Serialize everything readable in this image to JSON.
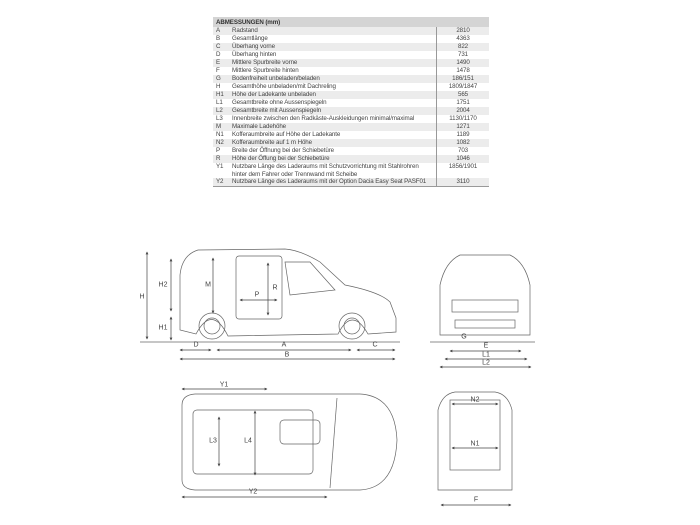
{
  "table": {
    "header": "ABMESSUNGEN (mm)",
    "rows": [
      {
        "code": "A",
        "label": "Radstand",
        "value": "2810"
      },
      {
        "code": "B",
        "label": "Gesamtlänge",
        "value": "4363"
      },
      {
        "code": "C",
        "label": "Überhang vorne",
        "value": "822"
      },
      {
        "code": "D",
        "label": "Überhang hinten",
        "value": "731"
      },
      {
        "code": "E",
        "label": "Mittlere Spurbreite vorne",
        "value": "1490"
      },
      {
        "code": "F",
        "label": "Mittlere Spurbreite hinten",
        "value": "1478"
      },
      {
        "code": "G",
        "label": "Bodenfreiheit unbeladen/beladen",
        "value": "186/151"
      },
      {
        "code": "H",
        "label": "Gesamthöhe unbeladen/mit Dachreling",
        "value": "1809/1847"
      },
      {
        "code": "H1",
        "label": "Höhe der Ladekante unbeladen",
        "value": "565"
      },
      {
        "code": "L1",
        "label": "Gesamtbreite ohne Aussenspiegeln",
        "value": "1751"
      },
      {
        "code": "L2",
        "label": "Gesamtbreite mit Aussenspiegeln",
        "value": "2004"
      },
      {
        "code": "L3",
        "label": "Innenbreite zwischen den Radkäste-Auskleidungen minimal/maximal",
        "value": "1130/1170"
      },
      {
        "code": "M",
        "label": "Maximale Ladehöhe",
        "value": "1271"
      },
      {
        "code": "N1",
        "label": "Kofferaumbreite auf Höhe der Ladekante",
        "value": "1189"
      },
      {
        "code": "N2",
        "label": "Kofferaumbreite auf 1 m Höhe",
        "value": "1082"
      },
      {
        "code": "P",
        "label": "Breite der Öffnung bei der Schiebetüre",
        "value": "703"
      },
      {
        "code": "R",
        "label": "Höhe der Öffung bei der Schiebetüre",
        "value": "1046"
      },
      {
        "code": "Y1",
        "label": "Nutzbare Länge des Laderaums mit Schutzvorrichtung mit Stahlrohren hinter dem Fahrer oder Trennwand mit Scheibe",
        "value": "1856/1901"
      },
      {
        "code": "Y2",
        "label": "Nutzbare Länge des Laderaums mit der Option Dacia Easy Seat PASF01",
        "value": "3110"
      }
    ]
  },
  "diagram_labels": {
    "side": {
      "H": "H",
      "H2": "H2",
      "H1": "H1",
      "M": "M",
      "R": "R",
      "P": "P",
      "D": "D",
      "A": "A",
      "C": "C",
      "B": "B"
    },
    "front": {
      "G": "G",
      "E": "E",
      "L1": "L1",
      "L2": "L2"
    },
    "top": {
      "Y1": "Y1",
      "Y2": "Y2",
      "L3": "L3",
      "L4": "L4"
    },
    "rear": {
      "N2": "N2",
      "N1": "N1",
      "F": "F"
    }
  }
}
